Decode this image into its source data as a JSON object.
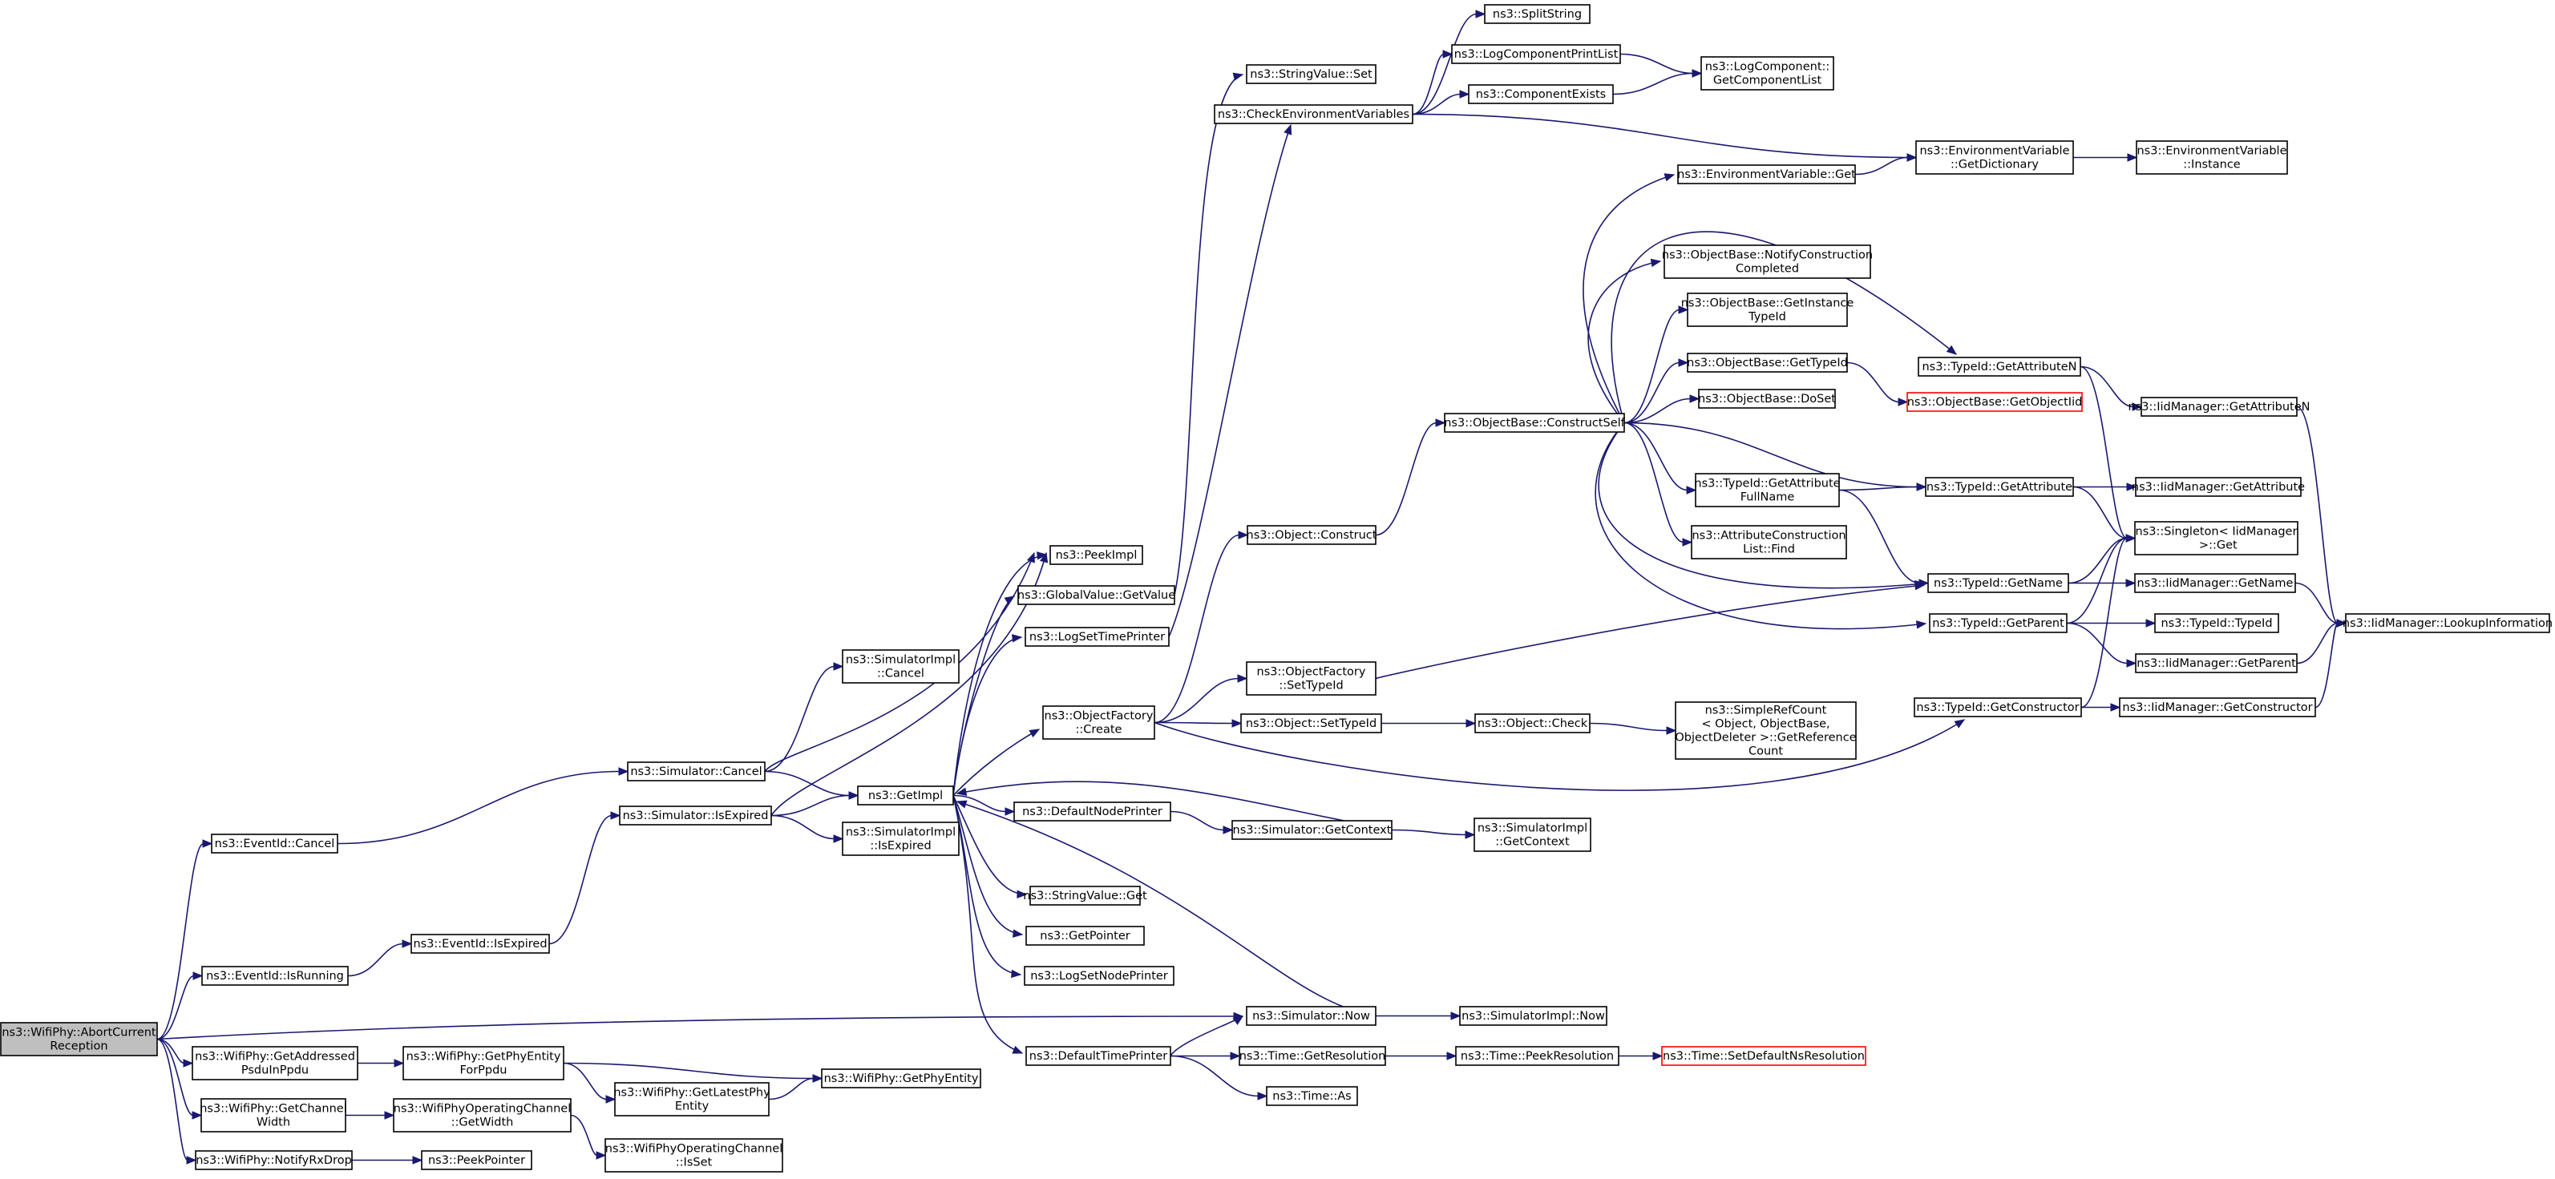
{
  "graph": {
    "root": "n1",
    "nodes": [
      {
        "id": "n1",
        "lines": [
          "ns3::WifiPhy::AbortCurrent",
          "Reception"
        ],
        "root": true
      },
      {
        "id": "n2",
        "lines": [
          "ns3::EventId::Cancel"
        ]
      },
      {
        "id": "n3",
        "lines": [
          "ns3::Simulator::Cancel"
        ]
      },
      {
        "id": "n4",
        "lines": [
          "ns3::GetImpl"
        ]
      },
      {
        "id": "n5",
        "lines": [
          "ns3::DefaultNodePrinter"
        ]
      },
      {
        "id": "n6",
        "lines": [
          "ns3::Simulator::GetContext"
        ]
      },
      {
        "id": "n7",
        "lines": [
          "ns3::SimulatorImpl",
          "::GetContext"
        ]
      },
      {
        "id": "n8",
        "lines": [
          "ns3::DefaultTimePrinter"
        ]
      },
      {
        "id": "n9",
        "lines": [
          "ns3::Simulator::Now"
        ]
      },
      {
        "id": "n10",
        "lines": [
          "ns3::SimulatorImpl::Now"
        ]
      },
      {
        "id": "n11",
        "lines": [
          "ns3::Time::As"
        ]
      },
      {
        "id": "n12",
        "lines": [
          "ns3::Time::GetResolution"
        ]
      },
      {
        "id": "n13",
        "lines": [
          "ns3::Time::PeekResolution"
        ]
      },
      {
        "id": "n14",
        "lines": [
          "ns3::Time::SetDefaultNsResolution"
        ],
        "truncated": true
      },
      {
        "id": "n15",
        "lines": [
          "ns3::GetPointer"
        ]
      },
      {
        "id": "n16",
        "lines": [
          "ns3::GlobalValue::GetValue"
        ]
      },
      {
        "id": "n17",
        "lines": [
          "ns3::PeekImpl"
        ]
      },
      {
        "id": "n18",
        "lines": [
          "ns3::StringValue::Set"
        ]
      },
      {
        "id": "n19",
        "lines": [
          "ns3::LogSetNodePrinter"
        ]
      },
      {
        "id": "n20",
        "lines": [
          "ns3::LogSetTimePrinter"
        ]
      },
      {
        "id": "n21",
        "lines": [
          "ns3::CheckEnvironmentVariables"
        ]
      },
      {
        "id": "n22",
        "lines": [
          "ns3::ComponentExists"
        ]
      },
      {
        "id": "n23",
        "lines": [
          "ns3::LogComponent::",
          "GetComponentList"
        ]
      },
      {
        "id": "n24",
        "lines": [
          "ns3::EnvironmentVariable",
          "::GetDictionary"
        ]
      },
      {
        "id": "n25",
        "lines": [
          "ns3::EnvironmentVariable",
          "::Instance"
        ]
      },
      {
        "id": "n26",
        "lines": [
          "ns3::LogComponentPrintList"
        ]
      },
      {
        "id": "n27",
        "lines": [
          "ns3::SplitString"
        ]
      },
      {
        "id": "n28",
        "lines": [
          "ns3::ObjectFactory",
          "::Create"
        ]
      },
      {
        "id": "n29",
        "lines": [
          "ns3::Object::Construct"
        ]
      },
      {
        "id": "n30",
        "lines": [
          "ns3::ObjectBase::ConstructSelf"
        ]
      },
      {
        "id": "n31",
        "lines": [
          "ns3::AttributeConstruction",
          "List::Find"
        ]
      },
      {
        "id": "n32",
        "lines": [
          "ns3::EnvironmentVariable::Get"
        ]
      },
      {
        "id": "n33",
        "lines": [
          "ns3::ObjectBase::DoSet"
        ]
      },
      {
        "id": "n34",
        "lines": [
          "ns3::ObjectBase::GetInstance",
          "TypeId"
        ]
      },
      {
        "id": "n35",
        "lines": [
          "ns3::ObjectBase::GetTypeId"
        ]
      },
      {
        "id": "n36",
        "lines": [
          "ns3::ObjectBase::GetObjectIid"
        ],
        "truncated": true
      },
      {
        "id": "n37",
        "lines": [
          "ns3::ObjectBase::NotifyConstruction",
          "Completed"
        ]
      },
      {
        "id": "n38",
        "lines": [
          "ns3::TypeId::GetAttribute"
        ]
      },
      {
        "id": "n39",
        "lines": [
          "ns3::IidManager::GetAttribute"
        ]
      },
      {
        "id": "n40",
        "lines": [
          "ns3::Singleton< IidManager",
          " >::Get"
        ]
      },
      {
        "id": "n41",
        "lines": [
          "ns3::TypeId::GetAttribute",
          "FullName"
        ]
      },
      {
        "id": "n42",
        "lines": [
          "ns3::TypeId::GetName"
        ]
      },
      {
        "id": "n43",
        "lines": [
          "ns3::IidManager::GetName"
        ]
      },
      {
        "id": "n44",
        "lines": [
          "ns3::IidManager::LookupInformation"
        ]
      },
      {
        "id": "n45",
        "lines": [
          "ns3::TypeId::GetAttributeN"
        ]
      },
      {
        "id": "n46",
        "lines": [
          "ns3::IidManager::GetAttributeN"
        ]
      },
      {
        "id": "n47",
        "lines": [
          "ns3::TypeId::GetParent"
        ]
      },
      {
        "id": "n48",
        "lines": [
          "ns3::IidManager::GetParent"
        ]
      },
      {
        "id": "n49",
        "lines": [
          "ns3::TypeId::TypeId"
        ]
      },
      {
        "id": "n50",
        "lines": [
          "ns3::Object::SetTypeId"
        ]
      },
      {
        "id": "n51",
        "lines": [
          "ns3::Object::Check"
        ]
      },
      {
        "id": "n52",
        "lines": [
          "ns3::SimpleRefCount",
          "< Object, ObjectBase,",
          "ObjectDeleter >::GetReference",
          "Count"
        ]
      },
      {
        "id": "n53",
        "lines": [
          "ns3::TypeId::GetConstructor"
        ]
      },
      {
        "id": "n54",
        "lines": [
          "ns3::IidManager::GetConstructor"
        ]
      },
      {
        "id": "n55",
        "lines": [
          "ns3::ObjectFactory",
          "::SetTypeId"
        ]
      },
      {
        "id": "n56",
        "lines": [
          "ns3::StringValue::Get"
        ]
      },
      {
        "id": "n57",
        "lines": [
          "ns3::SimulatorImpl",
          "::Cancel"
        ]
      },
      {
        "id": "n58",
        "lines": [
          "ns3::EventId::IsRunning"
        ]
      },
      {
        "id": "n59",
        "lines": [
          "ns3::EventId::IsExpired"
        ]
      },
      {
        "id": "n60",
        "lines": [
          "ns3::Simulator::IsExpired"
        ]
      },
      {
        "id": "n61",
        "lines": [
          "ns3::SimulatorImpl",
          "::IsExpired"
        ]
      },
      {
        "id": "n62",
        "lines": [
          "ns3::WifiPhy::GetAddressed",
          "PsduInPpdu"
        ]
      },
      {
        "id": "n63",
        "lines": [
          "ns3::WifiPhy::GetPhyEntity",
          "ForPpdu"
        ]
      },
      {
        "id": "n64",
        "lines": [
          "ns3::WifiPhy::GetLatestPhy",
          "Entity"
        ]
      },
      {
        "id": "n65",
        "lines": [
          "ns3::WifiPhy::GetPhyEntity"
        ]
      },
      {
        "id": "n66",
        "lines": [
          "ns3::WifiPhy::GetChannel",
          "Width"
        ]
      },
      {
        "id": "n67",
        "lines": [
          "ns3::WifiPhyOperatingChannel",
          "::GetWidth"
        ]
      },
      {
        "id": "n68",
        "lines": [
          "ns3::WifiPhyOperatingChannel",
          "::IsSet"
        ]
      },
      {
        "id": "n69",
        "lines": [
          "ns3::WifiPhy::NotifyRxDrop"
        ]
      },
      {
        "id": "n70",
        "lines": [
          "ns3::PeekPointer"
        ]
      }
    ],
    "edges": [
      [
        "n1",
        "n2"
      ],
      [
        "n1",
        "n58"
      ],
      [
        "n1",
        "n9"
      ],
      [
        "n1",
        "n62"
      ],
      [
        "n1",
        "n66"
      ],
      [
        "n1",
        "n69"
      ],
      [
        "n2",
        "n3"
      ],
      [
        "n3",
        "n4"
      ],
      [
        "n3",
        "n57"
      ],
      [
        "n3",
        "n17"
      ],
      [
        "n4",
        "n5"
      ],
      [
        "n4",
        "n8"
      ],
      [
        "n4",
        "n15"
      ],
      [
        "n4",
        "n16"
      ],
      [
        "n4",
        "n17"
      ],
      [
        "n4",
        "n19"
      ],
      [
        "n4",
        "n20"
      ],
      [
        "n4",
        "n28"
      ],
      [
        "n4",
        "n56"
      ],
      [
        "n5",
        "n6"
      ],
      [
        "n6",
        "n4"
      ],
      [
        "n6",
        "n7"
      ],
      [
        "n8",
        "n9"
      ],
      [
        "n8",
        "n11"
      ],
      [
        "n8",
        "n12"
      ],
      [
        "n9",
        "n4"
      ],
      [
        "n9",
        "n10"
      ],
      [
        "n12",
        "n13"
      ],
      [
        "n13",
        "n14"
      ],
      [
        "n16",
        "n18"
      ],
      [
        "n20",
        "n21"
      ],
      [
        "n21",
        "n22"
      ],
      [
        "n21",
        "n24"
      ],
      [
        "n21",
        "n26"
      ],
      [
        "n21",
        "n27"
      ],
      [
        "n22",
        "n23"
      ],
      [
        "n24",
        "n25"
      ],
      [
        "n26",
        "n23"
      ],
      [
        "n28",
        "n29"
      ],
      [
        "n28",
        "n50"
      ],
      [
        "n28",
        "n53"
      ],
      [
        "n28",
        "n55"
      ],
      [
        "n29",
        "n30"
      ],
      [
        "n30",
        "n31"
      ],
      [
        "n30",
        "n32"
      ],
      [
        "n30",
        "n33"
      ],
      [
        "n30",
        "n34"
      ],
      [
        "n30",
        "n35"
      ],
      [
        "n30",
        "n37"
      ],
      [
        "n30",
        "n38"
      ],
      [
        "n30",
        "n41"
      ],
      [
        "n30",
        "n42"
      ],
      [
        "n30",
        "n45"
      ],
      [
        "n30",
        "n47"
      ],
      [
        "n32",
        "n24"
      ],
      [
        "n35",
        "n36"
      ],
      [
        "n38",
        "n39"
      ],
      [
        "n38",
        "n40"
      ],
      [
        "n41",
        "n38"
      ],
      [
        "n41",
        "n42"
      ],
      [
        "n42",
        "n40"
      ],
      [
        "n42",
        "n43"
      ],
      [
        "n43",
        "n44"
      ],
      [
        "n45",
        "n40"
      ],
      [
        "n45",
        "n46"
      ],
      [
        "n46",
        "n44"
      ],
      [
        "n47",
        "n40"
      ],
      [
        "n47",
        "n48"
      ],
      [
        "n47",
        "n49"
      ],
      [
        "n48",
        "n44"
      ],
      [
        "n50",
        "n51"
      ],
      [
        "n51",
        "n52"
      ],
      [
        "n53",
        "n40"
      ],
      [
        "n53",
        "n54"
      ],
      [
        "n54",
        "n44"
      ],
      [
        "n55",
        "n42"
      ],
      [
        "n58",
        "n59"
      ],
      [
        "n59",
        "n60"
      ],
      [
        "n60",
        "n4"
      ],
      [
        "n60",
        "n61"
      ],
      [
        "n60",
        "n17"
      ],
      [
        "n62",
        "n63"
      ],
      [
        "n63",
        "n64"
      ],
      [
        "n63",
        "n65"
      ],
      [
        "n64",
        "n65"
      ],
      [
        "n66",
        "n67"
      ],
      [
        "n67",
        "n68"
      ],
      [
        "n69",
        "n70"
      ]
    ]
  },
  "colors": {
    "edge": "#191970",
    "node_border": "#000000",
    "root_fill": "#bfbfbf",
    "truncated_border": "#ff0000",
    "background": "#ffffff"
  }
}
